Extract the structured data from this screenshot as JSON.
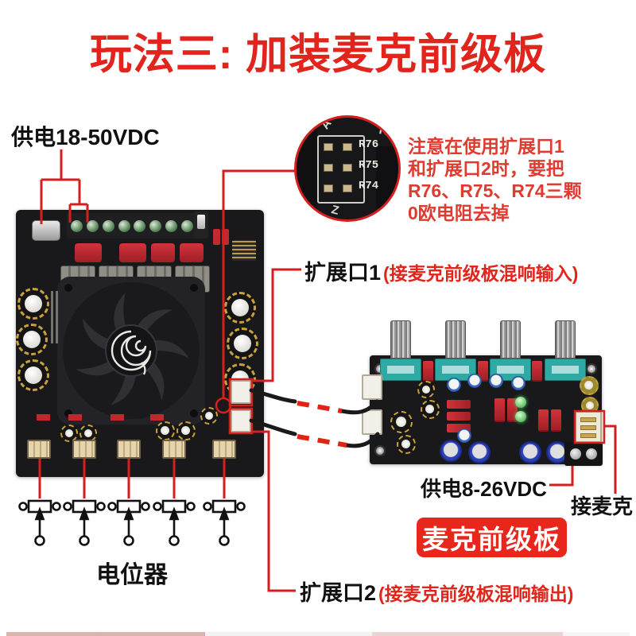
{
  "title": "玩法三: 加装麦克前级板",
  "colors": {
    "accent_red": "#e1251c",
    "warning_red": "#e03b30",
    "badge_red": "#e8261c",
    "text_black": "#111111"
  },
  "annotations": {
    "main_power": "供电18-50VDC",
    "warning_lines": [
      "注意在使用扩展口1",
      "和扩展口2时，要把",
      "R76、R75、R74三颗",
      "0欧电阻去掉"
    ],
    "port1": {
      "label": "扩展口1",
      "note": "(接麦克前级板混响输入)"
    },
    "port2": {
      "label": "扩展口2",
      "note": "(接麦克前级板混响输出)"
    },
    "preamp_power": "供电8-26VDC",
    "mic_connect": "接麦克",
    "preamp_badge": "麦克前级板",
    "potentiometer": "电位器"
  },
  "magnifier": {
    "resistors": [
      "R76",
      "R75",
      "R74"
    ],
    "edge_letters": [
      "A",
      "R",
      "Z"
    ]
  }
}
